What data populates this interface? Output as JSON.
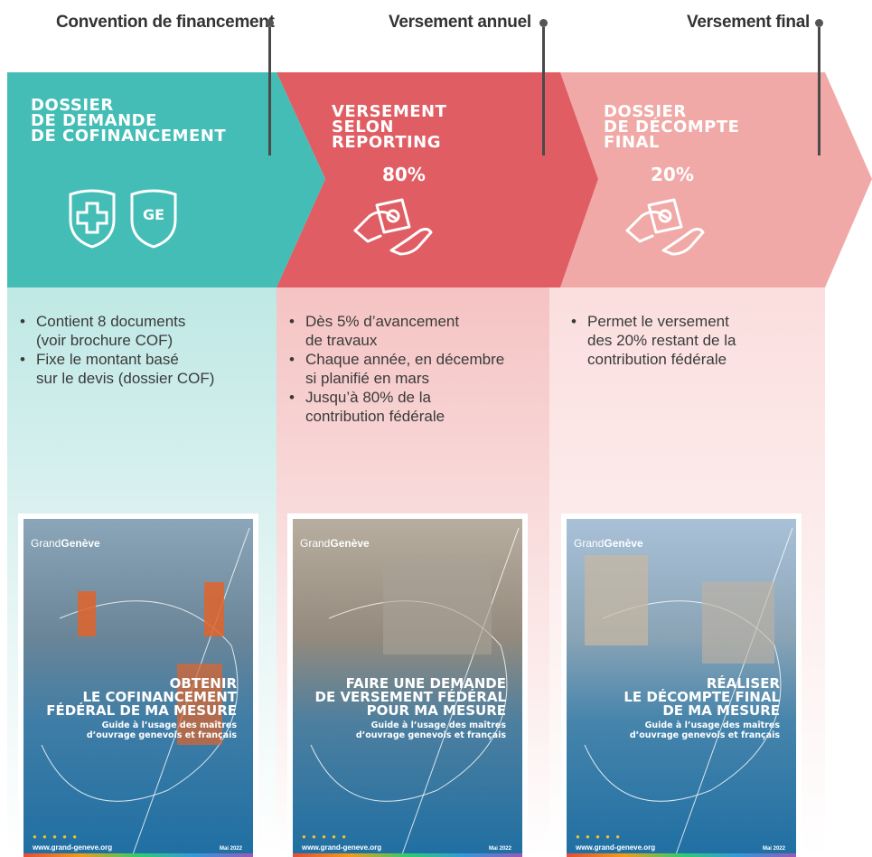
{
  "milestones": [
    {
      "label": "Convention de financement"
    },
    {
      "label": "Versement annuel"
    },
    {
      "label": "Versement final"
    }
  ],
  "steps": [
    {
      "title_lines": [
        "DOSSIER",
        "DE DEMANDE",
        "DE COFINANCEMENT"
      ],
      "percent": "",
      "icon": "swiss-and-geneva-shields-icon",
      "color": "#43bdb5",
      "bullets": [
        [
          "Contient 8 documents",
          "(voir brochure COF)"
        ],
        [
          "Fixe le montant basé",
          "sur le devis (dossier COF)"
        ]
      ],
      "badge": "GE"
    },
    {
      "title_lines": [
        "VERSEMENT",
        "SELON",
        "REPORTING"
      ],
      "percent": "80%",
      "icon": "hand-giving-money-icon",
      "color": "#e05d63",
      "bullets": [
        [
          "Dès 5% d’avancement",
          "de travaux"
        ],
        [
          "Chaque année, en décembre",
          "si planifié en mars"
        ],
        [
          "Jusqu’à 80% de la",
          "contribution fédérale"
        ]
      ]
    },
    {
      "title_lines": [
        "DOSSIER",
        "DE DÉCOMPTE",
        "FINAL"
      ],
      "percent": "20%",
      "icon": "hand-giving-money-icon",
      "color": "#f0a9a6",
      "bullets": [
        [
          "Permet le versement",
          "des 20% restant de la",
          "contribution fédérale"
        ]
      ]
    }
  ],
  "brochures": [
    {
      "logo": [
        "Grand",
        "Genève"
      ],
      "title_lines": [
        "OBTENIR",
        "LE COFINANCEMENT",
        "FÉDÉRAL DE MA MESURE"
      ],
      "subtitle_lines": [
        "Guide à l’usage des maîtres",
        "d’ouvrage genevois et français"
      ],
      "url": "www.grand-geneve.org",
      "date": "Mai 2022"
    },
    {
      "logo": [
        "Grand",
        "Genève"
      ],
      "title_lines": [
        "FAIRE UNE DEMANDE",
        "DE VERSEMENT FÉDÉRAL",
        "POUR MA MESURE"
      ],
      "subtitle_lines": [
        "Guide à l’usage des maîtres",
        "d’ouvrage genevois et français"
      ],
      "url": "www.grand-geneve.org",
      "date": "Mai 2022"
    },
    {
      "logo": [
        "Grand",
        "Genève"
      ],
      "title_lines": [
        "RÉALISER",
        "LE DÉCOMPTE FINAL",
        "DE MA MESURE"
      ],
      "subtitle_lines": [
        "Guide à l’usage des maîtres",
        "d’ouvrage genevois et français"
      ],
      "url": "www.grand-geneve.org",
      "date": "Mai 2022"
    }
  ]
}
